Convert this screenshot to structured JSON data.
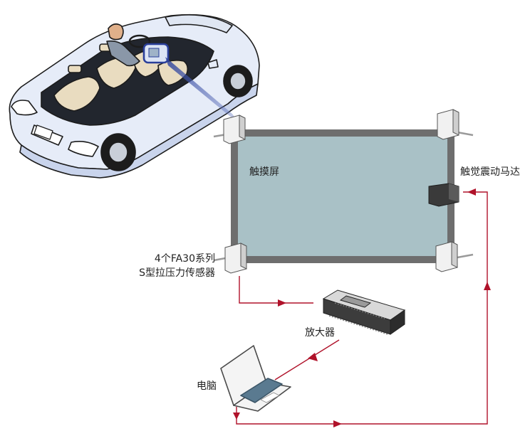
{
  "labels": {
    "touchscreen": "触摸屏",
    "haptic_motor": "触觉震动马达",
    "sensor_line1": "4个FA30系列",
    "sensor_line2": "S型拉压力传感器",
    "amplifier": "放大器",
    "computer": "电脑"
  },
  "colors": {
    "connection": "#b0122a",
    "screen_fill": "#a9c1c6",
    "screen_frame": "#6e6e6e",
    "car_body": "#e6ecf8",
    "car_outline": "#1c1c1c",
    "highlight": "#2a3f9a"
  },
  "icons": {
    "car": "convertible-car-icon",
    "sensor": "s-type-load-cell-icon",
    "motor": "vibration-motor-icon",
    "amplifier": "amplifier-device-icon",
    "computer": "laptop-icon"
  }
}
